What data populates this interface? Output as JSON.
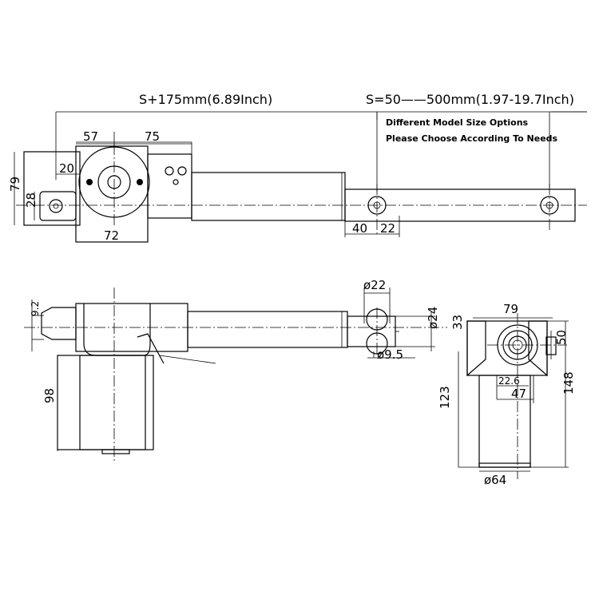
{
  "stroke_total": "S+175mm(6.89Inch)",
  "stroke_range": "S=50——500mm(1.97-19.7Inch)",
  "note_line1": "Different Model Size Options",
  "note_line2": "Please Choose According To Needs",
  "top_view": {
    "d57": "57",
    "d75": "75",
    "d20": "20",
    "d79": "79",
    "d28": "28",
    "d72": "72",
    "d40": "40",
    "d22": "22"
  },
  "side_view": {
    "d92": "9.2",
    "d98": "98",
    "phi22": "ø22",
    "phi24": "ø24",
    "phi95": "ø9.5",
    "d33": "33"
  },
  "end_view": {
    "d79": "79",
    "d50": "50",
    "d226": "22.6",
    "d47": "47",
    "d148": "148",
    "d123": "123",
    "phi64": "ø64"
  }
}
